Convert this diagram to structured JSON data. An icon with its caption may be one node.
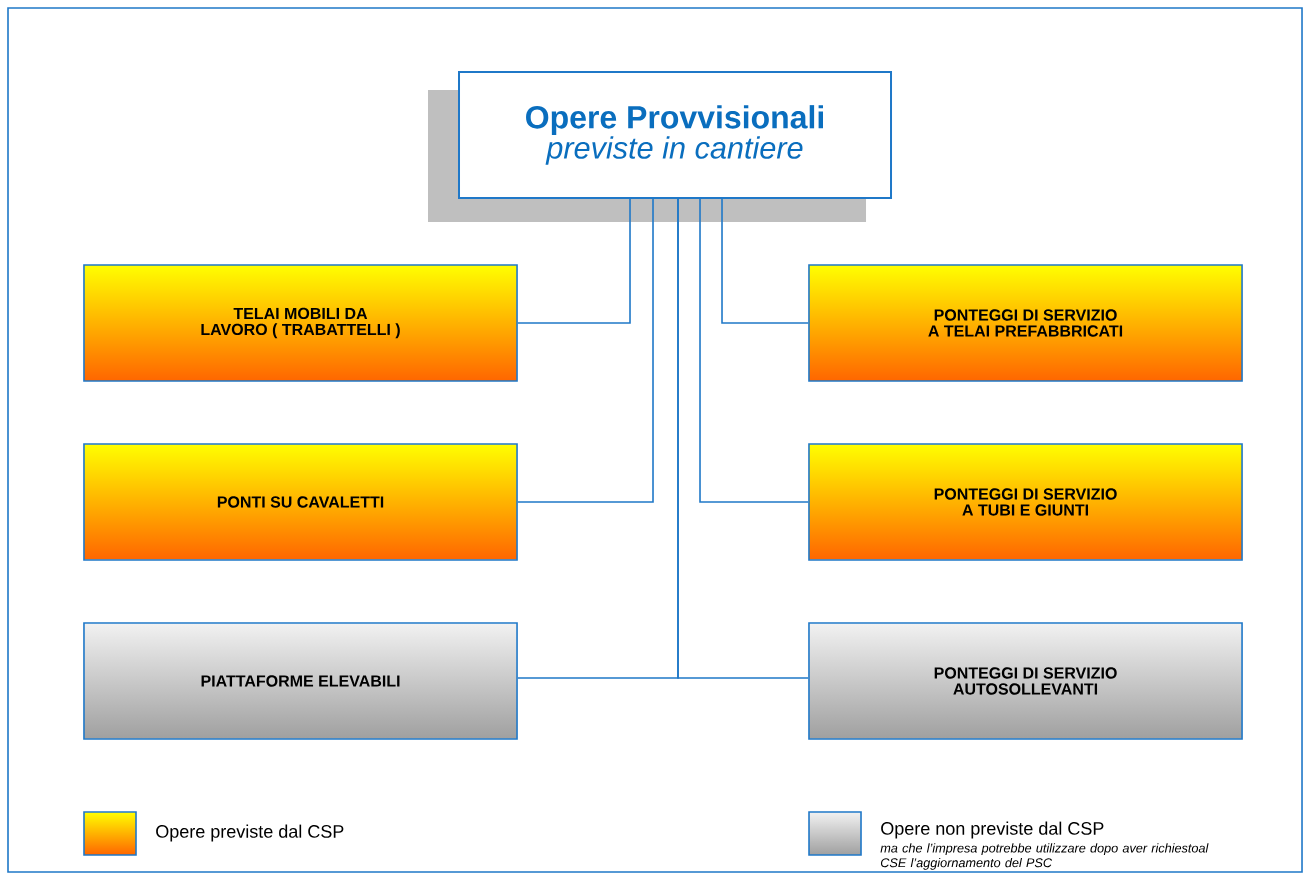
{
  "diagram": {
    "nodes": [
      {
        "text": [
          "Opere Provvisionali",
          "previste in cantiere"
        ]
      },
      {
        "text": [
          "TELAI MOBILI DA LAVORO ( TRABATTELLI )"
        ]
      },
      {
        "text": [
          "PONTEGGI DI SERVIZIO A TELAI PREFABBRICATI"
        ]
      },
      {
        "text": [
          "PONTI SU CAVALETTI"
        ]
      },
      {
        "text": [
          "PONTEGGI DI SERVIZIO A TUBI E GIUNTI"
        ]
      },
      {
        "text": [
          "PIATTAFORME ELEVABILI"
        ]
      },
      {
        "text": [
          "PONTEGGI DI SERVIZIO AUTOSOLLEVANTI"
        ]
      }
    ],
    "edges": [
      {
        "from": 0,
        "to": 1,
        "arrow": "none"
      },
      {
        "from": 0,
        "to": 2,
        "arrow": "none"
      },
      {
        "from": 0,
        "to": 3,
        "arrow": "none"
      },
      {
        "from": 0,
        "to": 4,
        "arrow": "none"
      },
      {
        "from": 0,
        "to": 5,
        "arrow": "none"
      },
      {
        "from": 0,
        "to": 6,
        "arrow": "none"
      }
    ],
    "labels": [
      "ma che l’impresa potrebbe utilizzare dopo aver richiestoal CSE l’aggiornamento del PSC"
    ],
    "legend": [
      {
        "text": "Opere previste dal CSP",
        "color": "#ffcc00"
      },
      {
        "text": "Opere non previste dal CSP",
        "color": "#c8c8c8"
      }
    ]
  }
}
